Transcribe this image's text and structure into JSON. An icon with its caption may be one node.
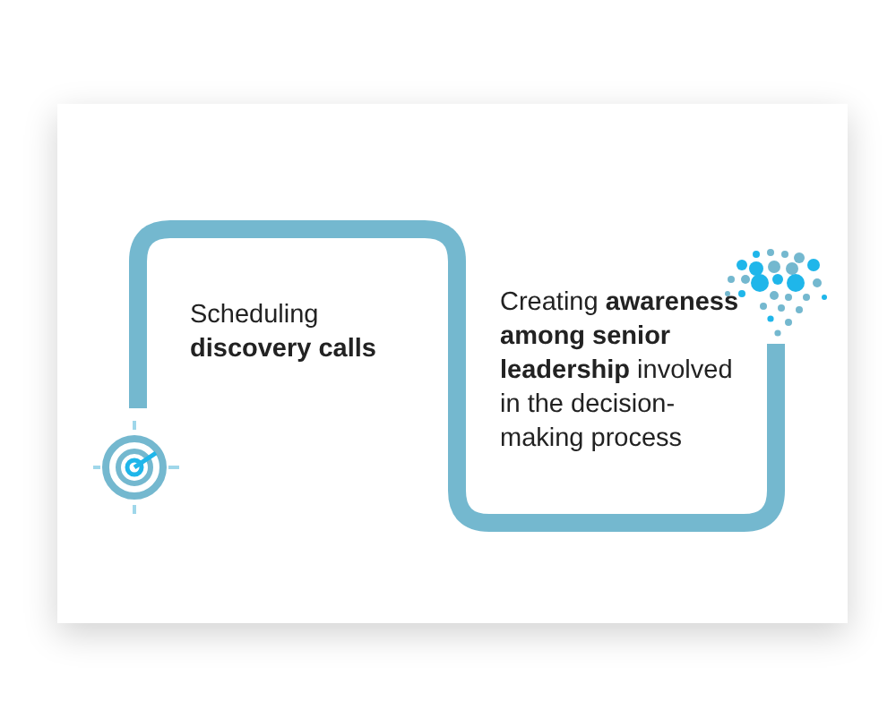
{
  "diagram": {
    "nodes": [
      {
        "text": [],
        "shape": "target"
      },
      {
        "text": [],
        "shape": "brain"
      }
    ],
    "edges": [
      {
        "from": 0,
        "to": 1,
        "arrow": "none"
      }
    ],
    "labels": [
      "Scheduling **discovery calls**",
      "Creating **awareness among senior leadership** involved in the decision-making process"
    ]
  }
}
